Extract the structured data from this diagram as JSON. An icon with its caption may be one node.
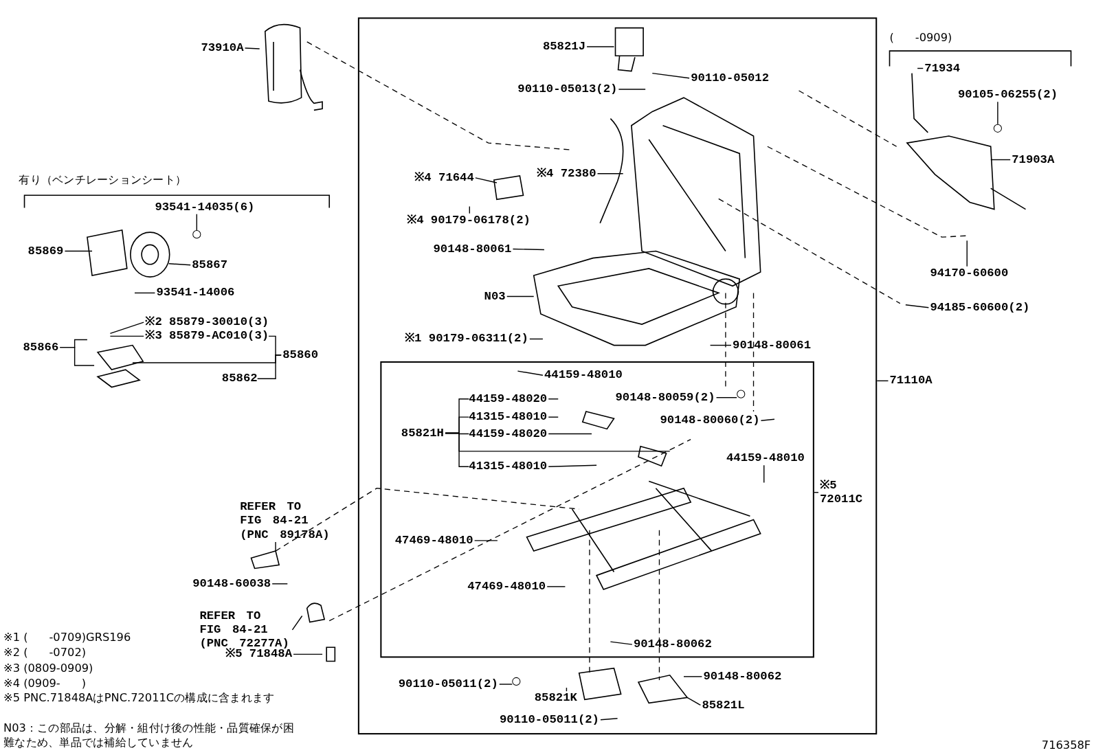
{
  "diagram": {
    "nodes": [
      {
        "text": [],
        "shape": "box"
      },
      {
        "text": [],
        "shape": "box",
        "in": 0
      },
      {
        "text": [
          "73910A"
        ]
      },
      {
        "text": [
          "85821J"
        ],
        "in": 0
      },
      {
        "text": [
          "90110-05012"
        ],
        "in": 0
      },
      {
        "text": [
          "90110-05013(2)"
        ],
        "in": 0
      },
      {
        "text": [
          "※4 71644"
        ],
        "in": 0
      },
      {
        "text": [
          "※4 72380"
        ],
        "in": 0
      },
      {
        "text": [
          "※4 90179-06178(2)"
        ],
        "in": 0
      },
      {
        "text": [
          "90148-80061"
        ],
        "in": 0
      },
      {
        "text": [
          "N03"
        ],
        "in": 0
      },
      {
        "text": [
          "※1 90179-06311(2)"
        ],
        "in": 0
      },
      {
        "text": [
          "90148-80061"
        ],
        "in": 0
      },
      {
        "text": [
          "71110A"
        ]
      },
      {
        "text": [
          "44159-48010"
        ],
        "in": 1
      },
      {
        "text": [
          "85821H"
        ],
        "in": 1
      },
      {
        "text": [
          "44159-48020"
        ],
        "in": 1
      },
      {
        "text": [
          "41315-48010"
        ],
        "in": 1
      },
      {
        "text": [
          "44159-48020"
        ],
        "in": 1
      },
      {
        "text": [
          "41315-48010"
        ],
        "in": 1
      },
      {
        "text": [
          "90148-80059(2)"
        ],
        "in": 1
      },
      {
        "text": [
          "90148-80060(2)"
        ],
        "in": 1
      },
      {
        "text": [
          "44159-48010"
        ],
        "in": 1
      },
      {
        "text": [
          "※5 72011C"
        ],
        "in": 0
      },
      {
        "text": [
          "47469-48010"
        ],
        "in": 1
      },
      {
        "text": [
          "47469-48010"
        ],
        "in": 1
      },
      {
        "text": [
          "90148-80062"
        ],
        "in": 1
      },
      {
        "text": [
          "90110-05011(2)"
        ],
        "in": 0
      },
      {
        "text": [
          "85821K"
        ],
        "in": 0
      },
      {
        "text": [
          "90148-80062"
        ],
        "in": 0
      },
      {
        "text": [
          "85821L"
        ],
        "in": 0
      },
      {
        "text": [
          "90110-05011(2)"
        ],
        "in": 0
      },
      {
        "text": [
          "REFER TO FIG 84-21 (PNC 89178A)"
        ]
      },
      {
        "text": [
          "90148-60038"
        ]
      },
      {
        "text": [
          "REFER TO FIG 84-21 (PNC 72277A)"
        ]
      },
      {
        "text": [
          "※5 71848A"
        ]
      },
      {
        "text": [
          "71934"
        ]
      },
      {
        "text": [
          "90105-06255(2)"
        ]
      },
      {
        "text": [
          "71903A"
        ]
      },
      {
        "text": [
          "94170-60600"
        ]
      },
      {
        "text": [
          "94185-60600(2)"
        ]
      },
      {
        "text": [
          "93541-14035(6)"
        ]
      },
      {
        "text": [
          "85869"
        ]
      },
      {
        "text": [
          "85867"
        ]
      },
      {
        "text": [
          "93541-14006"
        ]
      },
      {
        "text": [
          "※2 85879-30010(3)"
        ]
      },
      {
        "text": [
          "※3 85879-AC010(3)"
        ]
      },
      {
        "text": [
          "85866"
        ]
      },
      {
        "text": [
          "85860"
        ]
      },
      {
        "text": [
          "85862"
        ]
      },
      {
        "text": [],
        "shape": "circle",
        "in": 1
      },
      {
        "text": [],
        "shape": "circle",
        "in": 0
      },
      {
        "text": [],
        "shape": "circle"
      },
      {
        "text": [],
        "shape": "circle"
      }
    ],
    "edges": [
      {
        "from": 2,
        "to": null,
        "arrow": "none"
      },
      {
        "from": 3,
        "to": null,
        "arrow": "none"
      },
      {
        "from": 4,
        "to": null,
        "arrow": "none"
      },
      {
        "from": 5,
        "to": null,
        "arrow": "none"
      },
      {
        "from": 6,
        "to": null,
        "arrow": "none"
      },
      {
        "from": 7,
        "to": null,
        "arrow": "none"
      },
      {
        "from": 8,
        "to": null,
        "arrow": "none"
      },
      {
        "from": 9,
        "to": null,
        "arrow": "none"
      },
      {
        "from": 10,
        "to": null,
        "arrow": "none"
      },
      {
        "from": 11,
        "to": null,
        "arrow": "none"
      },
      {
        "from": 12,
        "to": null,
        "arrow": "none"
      },
      {
        "from": 13,
        "to": 0,
        "arrow": "none"
      },
      {
        "from": 14,
        "to": null,
        "arrow": "none"
      },
      {
        "from": 15,
        "to": 16,
        "arrow": "none"
      },
      {
        "from": 15,
        "to": 17,
        "arrow": "none"
      },
      {
        "from": 15,
        "to": 18,
        "arrow": "none"
      },
      {
        "from": 15,
        "to": 19,
        "arrow": "none"
      },
      {
        "from": 15,
        "to": null,
        "arrow": "none"
      },
      {
        "from": 16,
        "to": null,
        "arrow": "none"
      },
      {
        "from": 17,
        "to": null,
        "arrow": "none"
      },
      {
        "from": 18,
        "to": null,
        "arrow": "none"
      },
      {
        "from": 19,
        "to": null,
        "arrow": "none"
      },
      {
        "from": 20,
        "to": 50,
        "arrow": "none"
      },
      {
        "from": 21,
        "to": null,
        "arrow": "none"
      },
      {
        "from": 22,
        "to": null,
        "arrow": "none"
      },
      {
        "from": 23,
        "to": 1,
        "arrow": "none"
      },
      {
        "from": 24,
        "to": null,
        "arrow": "none"
      },
      {
        "from": 25,
        "to": null,
        "arrow": "none"
      },
      {
        "from": 26,
        "to": null,
        "arrow": "none"
      },
      {
        "from": 27,
        "to": 51,
        "arrow": "none"
      },
      {
        "from": 28,
        "to": null,
        "arrow": "none"
      },
      {
        "from": 29,
        "to": null,
        "arrow": "none"
      },
      {
        "from": 30,
        "to": null,
        "arrow": "none"
      },
      {
        "from": 31,
        "to": null,
        "arrow": "none"
      },
      {
        "from": 32,
        "to": null,
        "arrow": "none"
      },
      {
        "from": 33,
        "to": null,
        "arrow": "none"
      },
      {
        "from": 34,
        "to": null,
        "arrow": "none"
      },
      {
        "from": 35,
        "to": null,
        "arrow": "none"
      },
      {
        "from": 36,
        "to": null,
        "arrow": "none"
      },
      {
        "from": 37,
        "to": 52,
        "arrow": "none"
      },
      {
        "from": 38,
        "to": null,
        "arrow": "none"
      },
      {
        "from": 39,
        "to": null,
        "arrow": "none"
      },
      {
        "from": 40,
        "to": null,
        "arrow": "none"
      },
      {
        "from": 41,
        "to": 53,
        "arrow": "none"
      },
      {
        "from": 42,
        "to": null,
        "arrow": "none"
      },
      {
        "from": 43,
        "to": null,
        "arrow": "none"
      },
      {
        "from": 44,
        "to": null,
        "arrow": "none"
      },
      {
        "from": 45,
        "to": null,
        "arrow": "none"
      },
      {
        "from": 46,
        "to": null,
        "arrow": "none"
      },
      {
        "from": 47,
        "to": null,
        "arrow": "none"
      },
      {
        "from": 47,
        "to": null,
        "arrow": "none"
      },
      {
        "from": 48,
        "to": 46,
        "arrow": "none"
      },
      {
        "from": 48,
        "to": null,
        "arrow": "none"
      },
      {
        "from": 48,
        "to": 49,
        "arrow": "none"
      }
    ],
    "labels": [
      "(      -0909)",
      "有り（ベンチレーションシート）",
      "※1 (      -0709)GRS196",
      "※2 (      -0702)",
      "※3 (0809-0909)",
      "※4 (0909-      )",
      "※5 PNC.71848AはPNC.72011Cの構成に含まれます",
      "N03：この部品は、分解・組付け後の性能・品質確保が困難なため、単品では補給していません",
      "716358F"
    ]
  }
}
